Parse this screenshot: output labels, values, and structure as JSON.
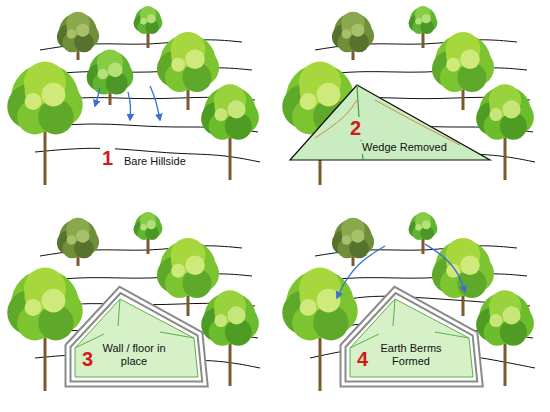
{
  "diagram": {
    "labels": [
      "1",
      "Bare Hillside",
      "2",
      "Wedge Removed",
      "3",
      "Wall / floor in place",
      "4",
      "Earth Berms Formed"
    ]
  }
}
